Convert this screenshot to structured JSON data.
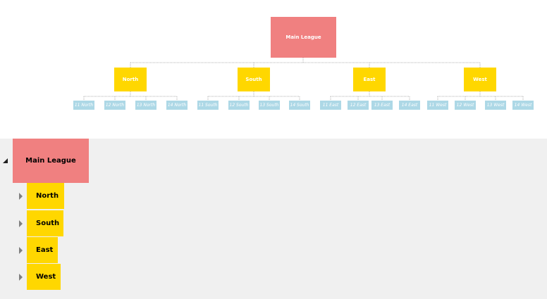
{
  "org_chart": {
    "root": {
      "label": "Main League",
      "color": "#f08080"
    },
    "regions": [
      {
        "label": "North",
        "teams": [
          "11 North",
          "12 North",
          "13 North",
          "14 North"
        ]
      },
      {
        "label": "South",
        "teams": [
          "11 South",
          "12 South",
          "13 South",
          "14 South"
        ]
      },
      {
        "label": "East",
        "teams": [
          "11 East",
          "12 East",
          "13 East",
          "14 East"
        ]
      },
      {
        "label": "West",
        "teams": [
          "11 West",
          "12 West",
          "13 West",
          "14 West"
        ]
      }
    ],
    "region_color": "#ffd700",
    "team_color": "#add8e6",
    "connector_color": "#b0b0b0"
  },
  "tree_view": {
    "root": {
      "label": "Main League",
      "expanded": true
    },
    "items": [
      {
        "label": "North",
        "expanded": false
      },
      {
        "label": "South",
        "expanded": false
      },
      {
        "label": "East",
        "expanded": false
      },
      {
        "label": "West",
        "expanded": false
      }
    ],
    "background": "#f0f0f0"
  }
}
